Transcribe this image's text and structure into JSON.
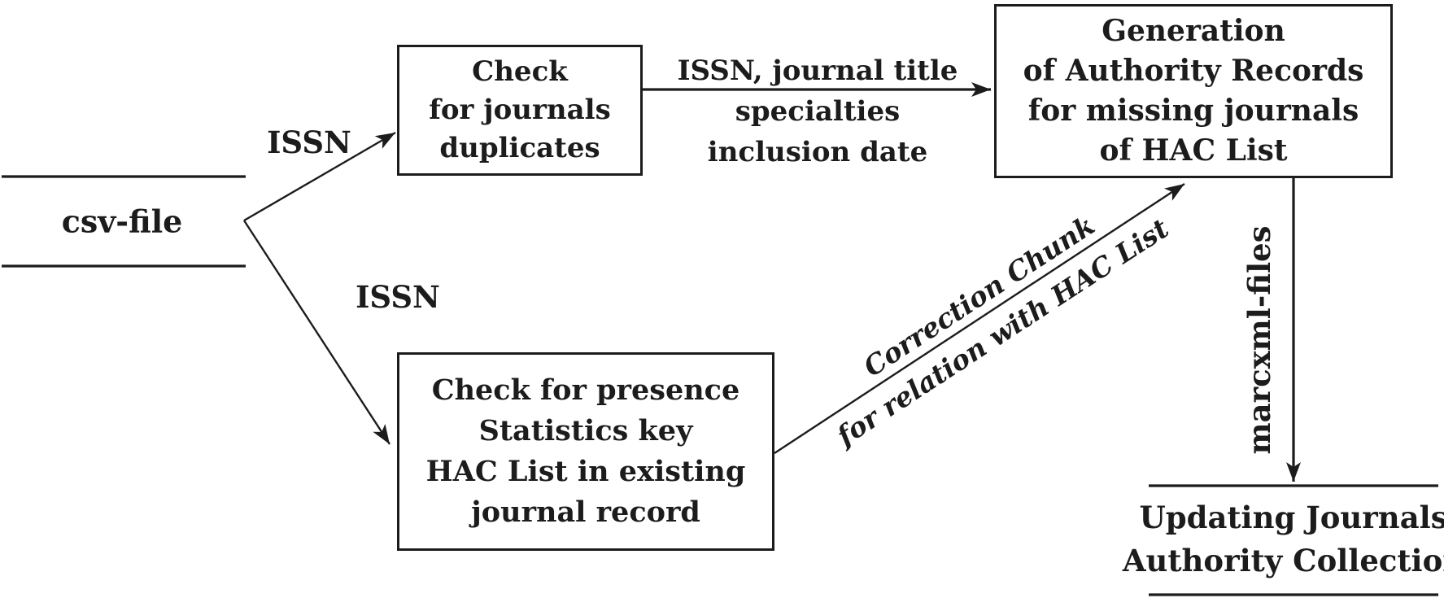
{
  "diagram": {
    "colors": {
      "ink": "#1c1c1c",
      "background": "#ffffff"
    },
    "nodes": {
      "csv_file": {
        "label": "csv-file"
      },
      "check_duplicates": {
        "lines": [
          "Check",
          "for journals",
          "duplicates"
        ]
      },
      "generation": {
        "lines": [
          "Generation",
          "of Authority Records",
          "for missing journals",
          "of HAC List"
        ]
      },
      "check_presence": {
        "lines": [
          "Check for presence",
          "Statistics key",
          "HAC List in existing",
          "journal record"
        ]
      },
      "updating": {
        "lines": [
          "Updating Journals",
          "Authority Collection"
        ]
      }
    },
    "edges": {
      "issn_to_duplicates": {
        "label": "ISSN"
      },
      "issn_to_presence": {
        "label": "ISSN"
      },
      "duplicates_to_generation": {
        "lines": [
          "ISSN, journal title",
          "specialties",
          "inclusion date"
        ]
      },
      "presence_to_generation": {
        "lines": [
          "Correction Chunk",
          "for relation with HAC List"
        ]
      },
      "generation_to_updating": {
        "label": "marcxml-files"
      }
    }
  }
}
